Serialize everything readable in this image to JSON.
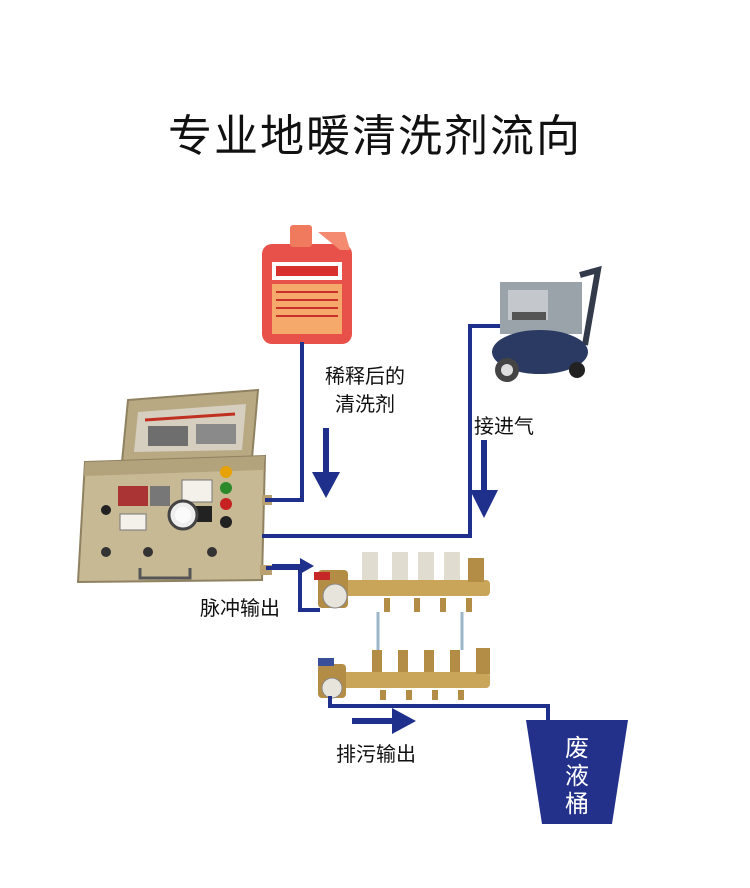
{
  "title": "专业地暖清洗剂流向",
  "labels": {
    "diluted_line1": "稀释后的",
    "diluted_line2": "清洗剂",
    "air_in": "接进气",
    "pulse_out": "脉冲输出",
    "drain_out": "排污输出"
  },
  "waste_tank": [
    "废",
    "液",
    "桶"
  ],
  "colors": {
    "pipe": "#1f2f8c",
    "tank": "#24318a",
    "machine": "#c8b995",
    "brass": "#c9a55a",
    "bottle": "#e8504a"
  }
}
